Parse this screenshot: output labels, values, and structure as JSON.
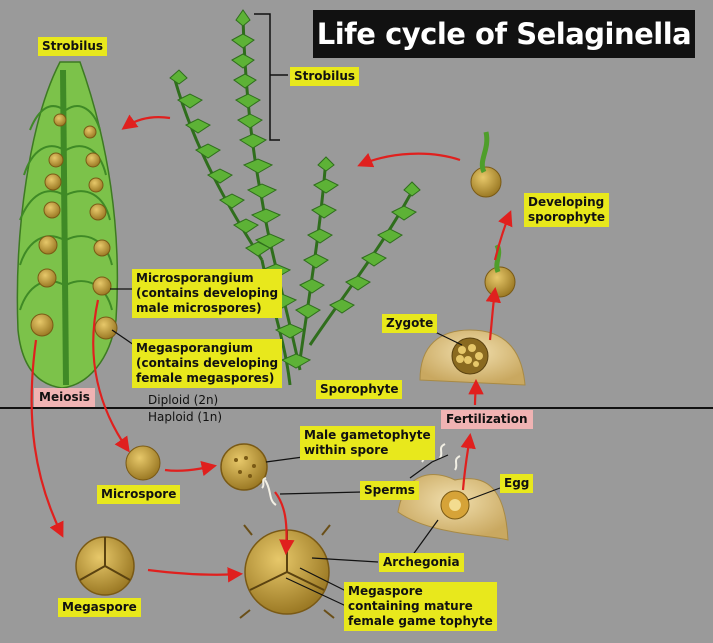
{
  "title": "Life cycle of Selaginella",
  "labels": {
    "strobilus_left": "Strobilus",
    "strobilus_right": "Strobilus",
    "microsporangium": [
      "Microsporangium",
      "(contains developing",
      "male microspores)"
    ],
    "megasporangium": [
      "Megasporangium",
      "(contains developing",
      "female megaspores)"
    ],
    "sporophyte": "Sporophyte",
    "developing_sporophyte": [
      "Developing",
      "sporophyte"
    ],
    "zygote": "Zygote",
    "male_gametophyte": [
      "Male gametophyte",
      "within spore"
    ],
    "sperms": "Sperms",
    "egg": "Egg",
    "archegonia": "Archegonia",
    "microspore": "Microspore",
    "megaspore": "Megaspore",
    "megaspore_mature": [
      "Megaspore",
      "containing mature",
      "female game tophyte"
    ]
  },
  "stages": {
    "meiosis": "Meiosis",
    "fertilization": "Fertilization"
  },
  "legend": {
    "diploid": "Diploid (2n)",
    "haploid": "Haploid (1n)"
  },
  "colors": {
    "background": "#9a9a9a",
    "label_bg": "#e8e81c",
    "stage_bg": "#f0b3b3",
    "arrow": "#e0201e",
    "plant": "#4f9e2a",
    "spore": "#c9a640"
  }
}
